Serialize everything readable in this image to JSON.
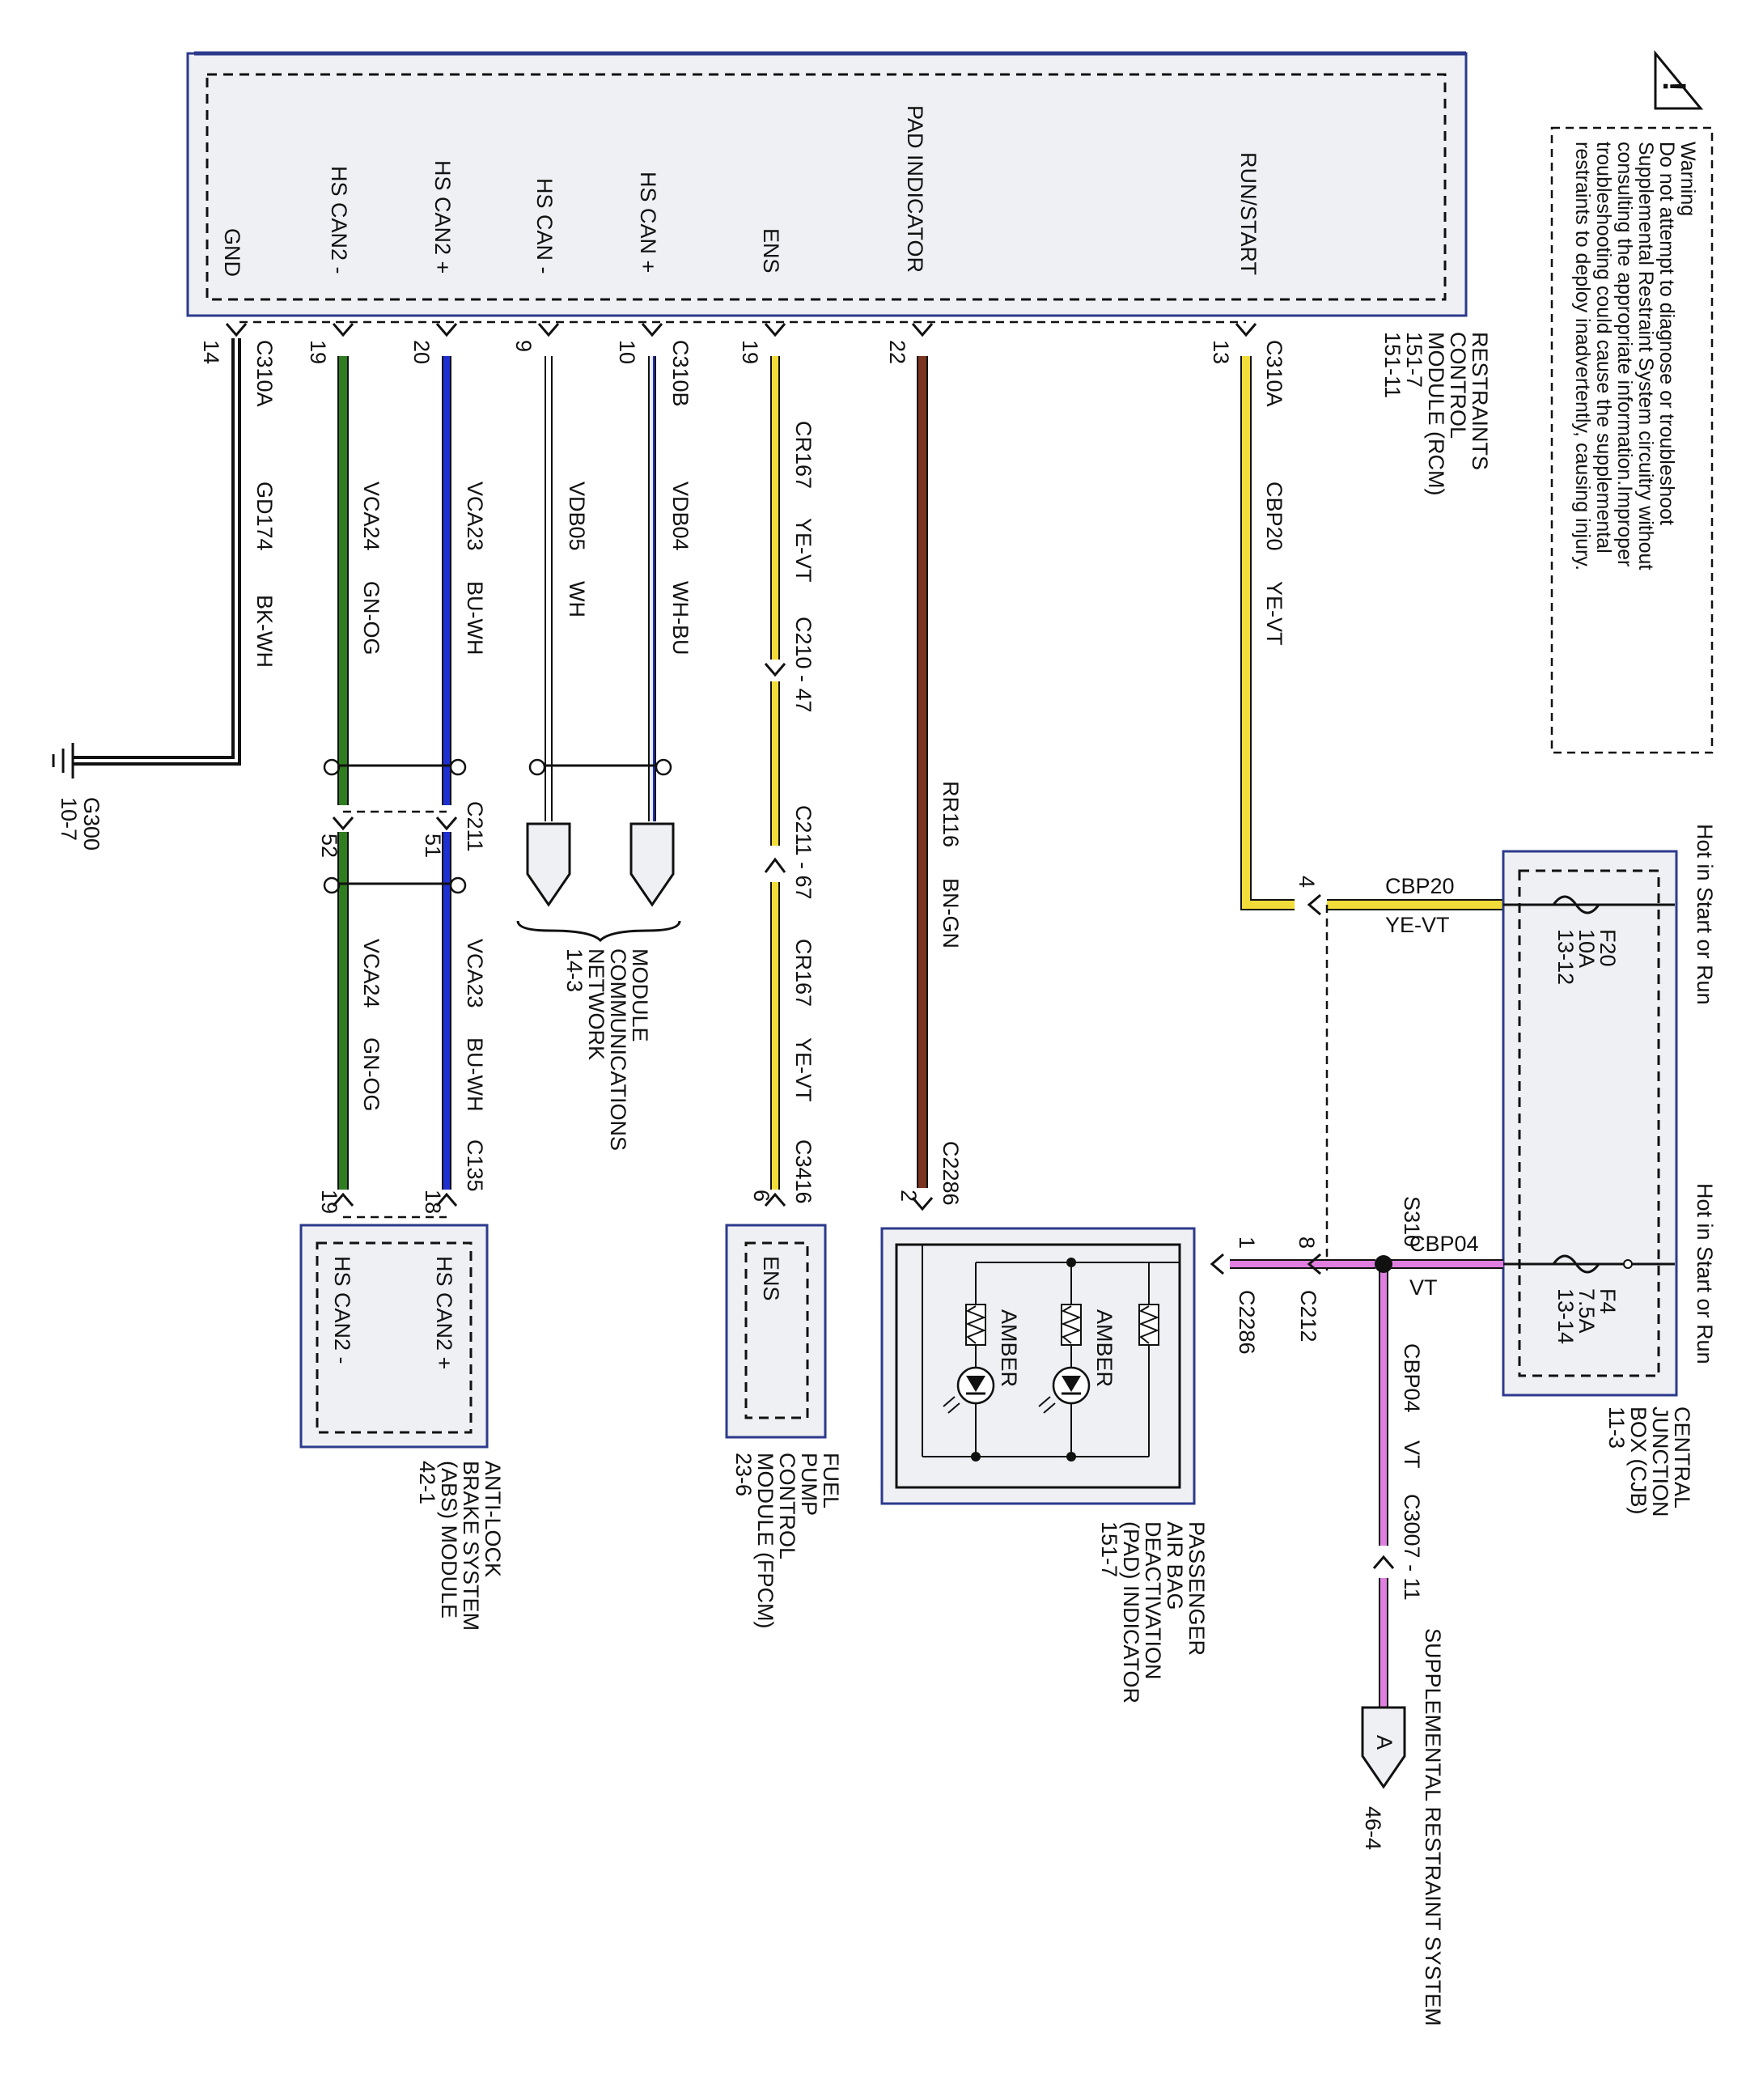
{
  "colors": {
    "black": "#1a1a1a",
    "green": "#2e7d1e",
    "blue": "#1f2fd0",
    "white": "#ffffff",
    "yellow": "#f2dc3a",
    "brown": "#7a3420",
    "violet": "#e07fe0",
    "module_fill": "#eef0f3",
    "module_border": "#2c3a8c"
  },
  "warning": {
    "icon": "warning-triangle-icon",
    "lines": [
      "Warning",
      "Do not attempt to diagnose or troubleshoot",
      "Supplemental Restraint System circuitry without",
      "consulting the appropriate information.Improper",
      "troubleshooting could cause the supplemental",
      "restraints to deploy inadvertently, causing injury."
    ]
  },
  "rcm": {
    "name_lines": [
      "RESTRAINTS",
      "CONTROL",
      "MODULE (RCM)",
      "151-7",
      "151-11"
    ],
    "pins": [
      {
        "label": "GND",
        "pin": "14",
        "connector": "C310A",
        "circuit": "GD174",
        "color_code": "BK-WH"
      },
      {
        "label": "HS CAN2 -",
        "pin": "19",
        "circuit": "VCA24",
        "color_code": "GN-OG"
      },
      {
        "label": "HS CAN2 +",
        "pin": "20",
        "circuit": "VCA23",
        "color_code": "BU-WH"
      },
      {
        "label": "HS CAN -",
        "pin": "9",
        "circuit": "VDB05",
        "color_code": "WH"
      },
      {
        "label": "HS CAN +",
        "pin": "10",
        "connector": "C310B",
        "circuit": "VDB04",
        "color_code": "WH-BU"
      },
      {
        "label": "ENS",
        "pin": "19",
        "circuit": "CR167",
        "color_code": "YE-VT"
      },
      {
        "label": "PAD INDICATOR",
        "pin": "22",
        "circuit": "RR116",
        "color_code": "BN-GN"
      },
      {
        "label": "RUN/START",
        "pin": "13",
        "connector": "C310A",
        "circuit": "CBP20",
        "color_code": "YE-VT"
      }
    ]
  },
  "ground": {
    "name": "G300",
    "ref": "10-7"
  },
  "network": {
    "name_lines": [
      "MODULE",
      "COMMUNICATIONS",
      "NETWORK",
      "14-3"
    ]
  },
  "c211": {
    "connector": "C211",
    "pins": [
      "52",
      "51"
    ]
  },
  "abs_side": {
    "circuits": [
      {
        "circuit": "VCA24",
        "color_code": "GN-OG"
      },
      {
        "circuit": "VCA23",
        "color_code": "BU-WH"
      }
    ],
    "connector": "C135",
    "pins": [
      "19",
      "18"
    ]
  },
  "abs": {
    "labels": [
      "HS CAN2 -",
      "HS CAN2 +"
    ],
    "name_lines": [
      "ANTI-LOCK",
      "BRAKE SYSTEM",
      "(ABS) MODULE",
      "42-1"
    ]
  },
  "ens_inline": {
    "c210": "C210 - 47",
    "c211": "C211 - 67",
    "lower_circuit": "CR167",
    "lower_color": "YE-VT",
    "connector": "C3416",
    "pin": "6"
  },
  "fpcm": {
    "label": "ENS",
    "name_lines": [
      "FUEL",
      "PUMP",
      "CONTROL",
      "MODULE (FPCM)",
      "23-6"
    ]
  },
  "pad": {
    "connector": "C2286",
    "pin_top": "2",
    "pin_side": "1",
    "lamp1": "AMBER",
    "lamp2": "AMBER",
    "name_lines": [
      "PASSENGER",
      "AIR BAG",
      "DEACTIVATION",
      "(PAD) INDICATOR",
      "151-7"
    ]
  },
  "feed": {
    "cbp20": "CBP20",
    "cbp20_color": "YE-VT",
    "pin4": "4",
    "cbp04": "CBP04",
    "cbp04_color": "VT",
    "splice": "S310",
    "pin8": "8",
    "c212": "C212",
    "down_circuit": "CBP04",
    "down_color": "VT",
    "c3007": "C3007 - 11",
    "offpage": "A",
    "offpage_ref": "46-4",
    "offpage_name": "SUPPLEMENTAL RESTRAINT SYSTEM"
  },
  "cjb": {
    "hot1": "Hot in Start or Run",
    "hot2": "Hot in Start or Run",
    "fuse1": [
      "F20",
      "10A",
      "13-12"
    ],
    "fuse2": [
      "F4",
      "7.5A",
      "13-14"
    ],
    "name_lines": [
      "CENTRAL",
      "JUNCTION",
      "BOX (CJB)",
      "11-3"
    ]
  }
}
